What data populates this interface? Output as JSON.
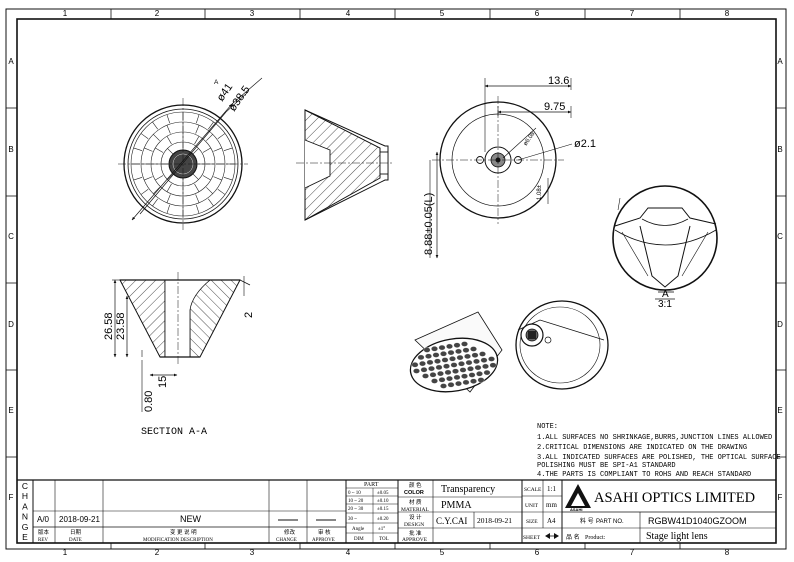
{
  "grid": {
    "columns": [
      "1",
      "2",
      "3",
      "4",
      "5",
      "6",
      "7",
      "8"
    ],
    "rows": [
      "A",
      "B",
      "C",
      "D",
      "E",
      "F"
    ]
  },
  "dimensions": {
    "d41": "ø41",
    "d38_5": "ø38.5",
    "w13_6": "13.6",
    "w9_75": "9.75",
    "d2_1": "ø2.1",
    "d6_08": "ø6.08",
    "h1_08": "1.08±",
    "h8_88": "8.88±0.05(L)",
    "h26_58": "26.58",
    "h23_58": "23.58",
    "w15": "15",
    "h0_80": "0.80",
    "r2": "2",
    "marker_a": "A"
  },
  "section_label": "SECTION A-A",
  "detail": {
    "letter": "A",
    "scale": "3:1"
  },
  "notes": {
    "heading": "NOTE:",
    "lines": [
      "1.ALL SURFACES NO SHRINKAGE,BURRS,JUNCTION LINES ALLOWED",
      "2.CRITICAL DIMENSIONS ARE INDICATED ON THE DRAWING",
      "3.ALL INDICATED SURFACES ARE POLISHED, THE OPTICAL SURFACE",
      "POLISHING MUST BE SPI-A1 STANDARD",
      "4.THE PARTS IS COMPLIANT TO ROHS AND REACH STANDARD"
    ]
  },
  "change_block": {
    "side_label": [
      "C",
      "H",
      "A",
      "N",
      "G",
      "E"
    ],
    "rev": "A/0",
    "date": "2018-09-21",
    "description": "NEW",
    "hdr_rev_cn": "版本",
    "hdr_rev": "REV",
    "hdr_date_cn": "日期",
    "hdr_date": "DATE",
    "hdr_desc_cn": "变 更 说 明",
    "hdr_desc": "MODIFICATION DESCRIPTION",
    "hdr_change_cn": "修改",
    "hdr_change": "CHANGE",
    "hdr_approve_cn": "审 核",
    "hdr_approve": "APPROVE"
  },
  "tolerance": {
    "header": "PART",
    "rows": [
      {
        "range": "0 ~ 10",
        "tol": "±0.05"
      },
      {
        "range": "10 ~ 20",
        "tol": "±0.10"
      },
      {
        "range": "20 ~ 30",
        "tol": "±0.15"
      },
      {
        "range": "30 ~",
        "tol": "±0.20"
      }
    ],
    "angle_label": "Angle",
    "angle_tol": "±1°",
    "dim_label": "DIM",
    "tol_label": "TOL"
  },
  "title_block": {
    "color_cn": "颜 色",
    "color_label": "COLOR",
    "color_value": "Transparency",
    "material_cn": "材 质",
    "material_label": "MATERIAL",
    "material_value": "PMMA",
    "design_cn": "设 计",
    "design_label": "DESIGN",
    "designer": "C.Y.CAI",
    "design_date": "2018-09-21",
    "approve_cn": "批 准",
    "approve_label": "APPROVE",
    "scale_label": "SCALE",
    "scale_value": "1:1",
    "unit_label": "UNIT",
    "unit_value": "mm",
    "size_label": "SIZE",
    "size_value": "A4",
    "sheet_label": "SHEET",
    "company": "ASAHI OPTICS LIMITED",
    "logo_text": "ASAHI",
    "part_no_cn": "料 号",
    "part_no_label": "PART NO.",
    "part_no": "RGBW41D1040GZOOM",
    "product_cn": "品 名",
    "product_label": "Product:",
    "product": "Stage light lens"
  }
}
